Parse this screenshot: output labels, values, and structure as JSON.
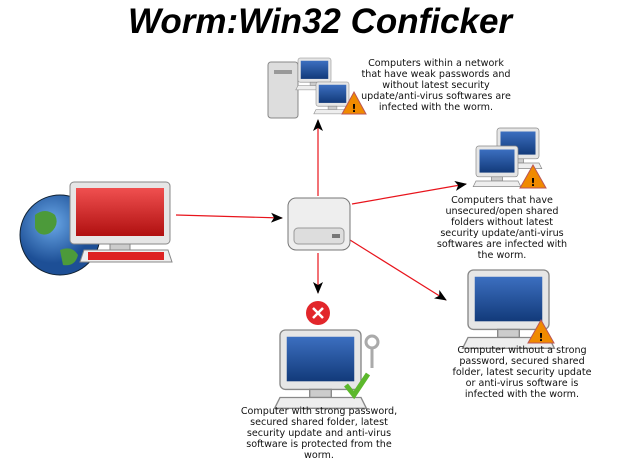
{
  "title": "Worm:Win32 Conficker",
  "captions": {
    "network_weak": "Computers within a network that have weak passwords and without latest security update/anti-virus softwares are infected with the worm.",
    "shared_folders": "Computers that have unsecured/open shared folders without latest security update/anti-virus softwares are infected with the worm.",
    "single_infected": "Computer without a strong password, secured shared folder, latest security update or anti-virus software is infected with the worm.",
    "protected": "Computer with strong password, secured shared folder, latest security update and anti-virus software is protected from the worm."
  },
  "colors": {
    "arrow": "#e8141c",
    "warning": "#f08a00",
    "blocked": "#e2262b",
    "check": "#5cb82c",
    "screen": "#1e4f9a"
  }
}
